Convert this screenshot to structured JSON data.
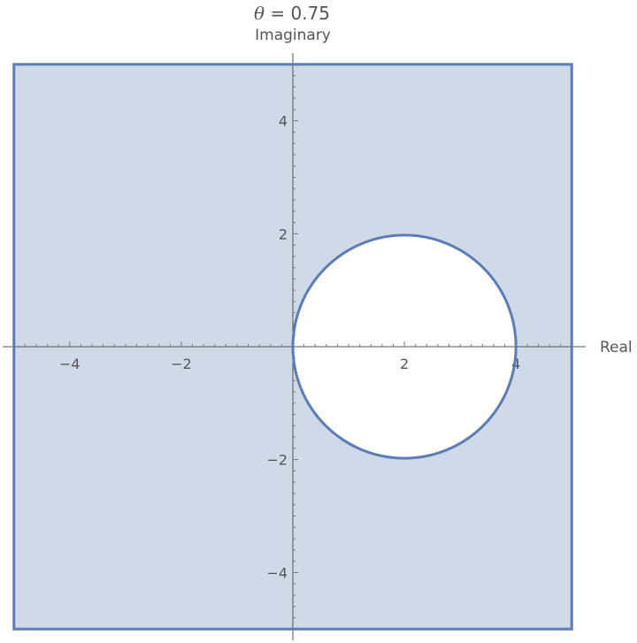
{
  "chart_data": {
    "type": "region",
    "title_var": "θ",
    "title_rest": " = 0.75",
    "xlabel": "Real",
    "ylabel": "Imaginary",
    "xlim": [
      -5.25,
      5.25
    ],
    "ylim": [
      -5.2,
      5.2
    ],
    "x_ticks": [
      -4,
      -2,
      2,
      4
    ],
    "y_ticks": [
      -4,
      -2,
      2,
      4
    ],
    "x_tick_labels": [
      "−4",
      "−2",
      "2",
      "4"
    ],
    "y_tick_labels": [
      "−4",
      "−2",
      "2",
      "4"
    ],
    "region_rect": {
      "x_min": -5,
      "x_max": 5,
      "y_min": -5,
      "y_max": 5
    },
    "excluded_disk": {
      "center": [
        2,
        0
      ],
      "radius": 2
    },
    "grid": false,
    "colors": {
      "fill": "#d0d9e8",
      "stroke": "#5b7db5",
      "axis": "#555555",
      "text": "#555555"
    }
  }
}
